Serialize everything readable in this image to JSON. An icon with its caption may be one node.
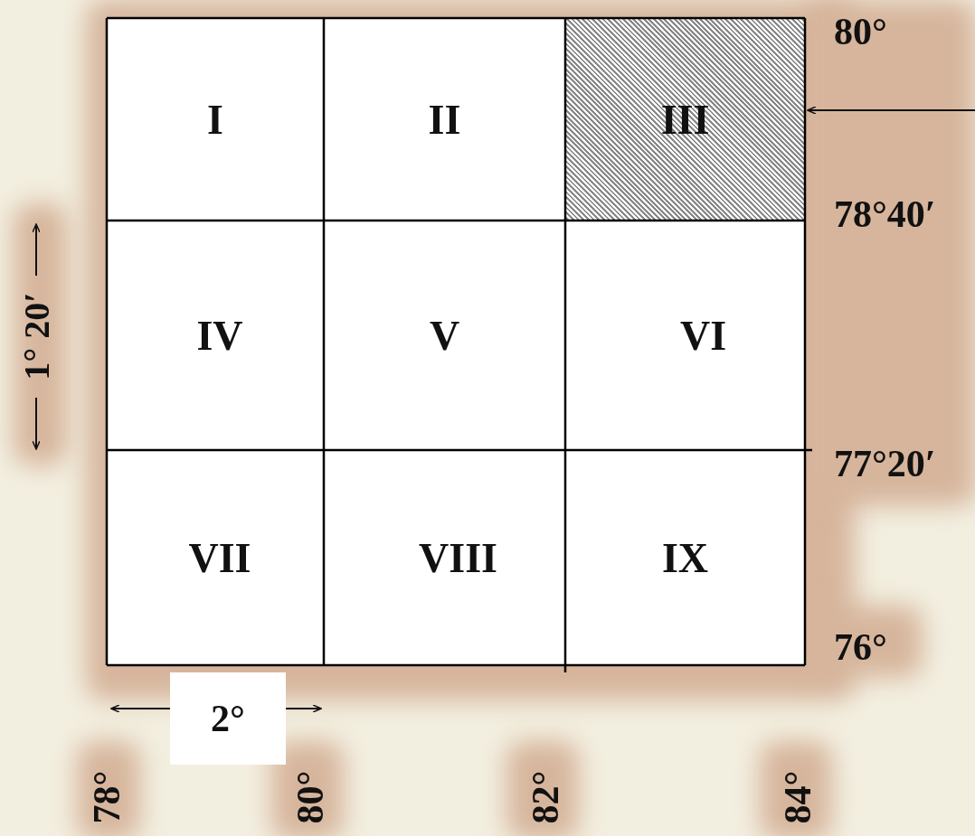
{
  "diagram": {
    "nodes": [
      {
        "text": [
          "I"
        ]
      },
      {
        "text": [
          "II"
        ]
      },
      {
        "text": [
          "III"
        ]
      },
      {
        "text": [
          "IV"
        ]
      },
      {
        "text": [
          "V"
        ]
      },
      {
        "text": [
          "VI"
        ]
      },
      {
        "text": [
          "VII"
        ]
      },
      {
        "text": [
          "VIII"
        ]
      },
      {
        "text": [
          "IX"
        ]
      }
    ],
    "edges": [
      {
        "from": null,
        "to": 2,
        "arrow": "to"
      }
    ],
    "labels": [
      "80°",
      "78°40′",
      "77°20′",
      "76°",
      "1° 20′",
      "2°",
      "78°",
      "80°",
      "82°",
      "84°"
    ]
  }
}
